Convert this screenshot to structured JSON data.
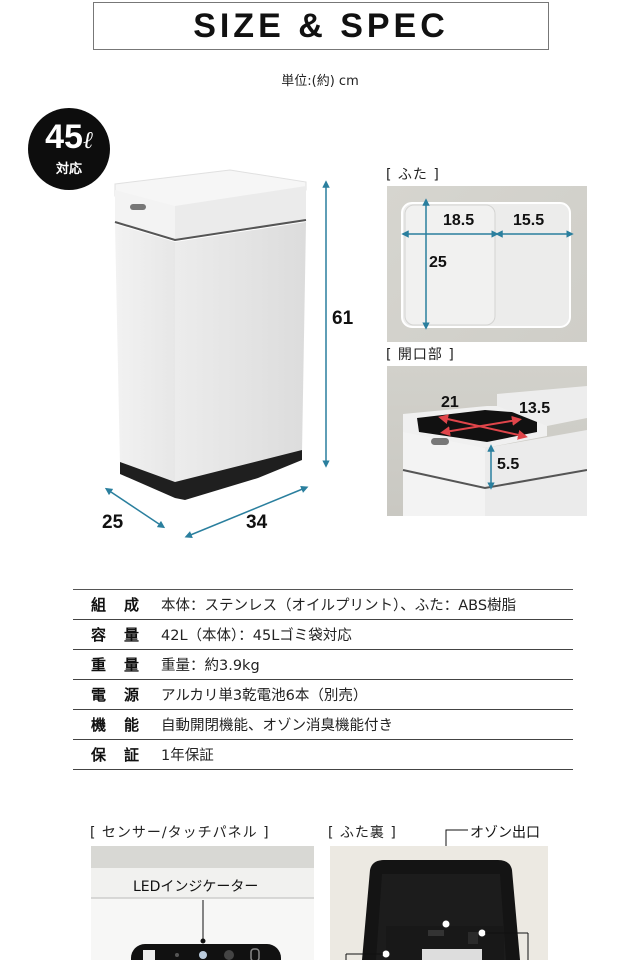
{
  "header": {
    "title": "SIZE & SPEC",
    "unit": "単位:(約) cm"
  },
  "badge": {
    "capacity_number": "45",
    "capacity_unit": "ℓ",
    "subtitle": "対応"
  },
  "main_dimensions": {
    "height": "61",
    "depth": "25",
    "width": "34"
  },
  "lid_view": {
    "caption": "[ ふた ]",
    "left_width": "18.5",
    "right_width": "15.5",
    "depth": "25"
  },
  "opening_view": {
    "caption": "[ 開口部 ]",
    "diag_a": "21",
    "diag_b": "13.5",
    "rim_height": "5.5"
  },
  "spec_table": {
    "rows": [
      {
        "label": "組成",
        "value": "本体：ステンレス（オイルプリント）、ふた：ABS樹脂"
      },
      {
        "label": "容量",
        "value": "42L（本体）：45Lゴミ袋対応"
      },
      {
        "label": "重量",
        "value": "重量：約3.9kg"
      },
      {
        "label": "電源",
        "value": "アルカリ単3乾電池6本（別売）"
      },
      {
        "label": "機能",
        "value": "自動開閉機能、オゾン消臭機能付き"
      },
      {
        "label": "保証",
        "value": "1年保証"
      }
    ]
  },
  "sensor_view": {
    "caption": "[ センサー/タッチパネル ]",
    "callout": "LEDインジケーター"
  },
  "lid_back_view": {
    "caption": "[ ふた裏 ]",
    "callout": "オゾン出口"
  },
  "colors": {
    "dimension_arrow": "#2a7f9e",
    "opening_arrow": "#e0454a",
    "badge_bg": "#0d0d0d"
  }
}
